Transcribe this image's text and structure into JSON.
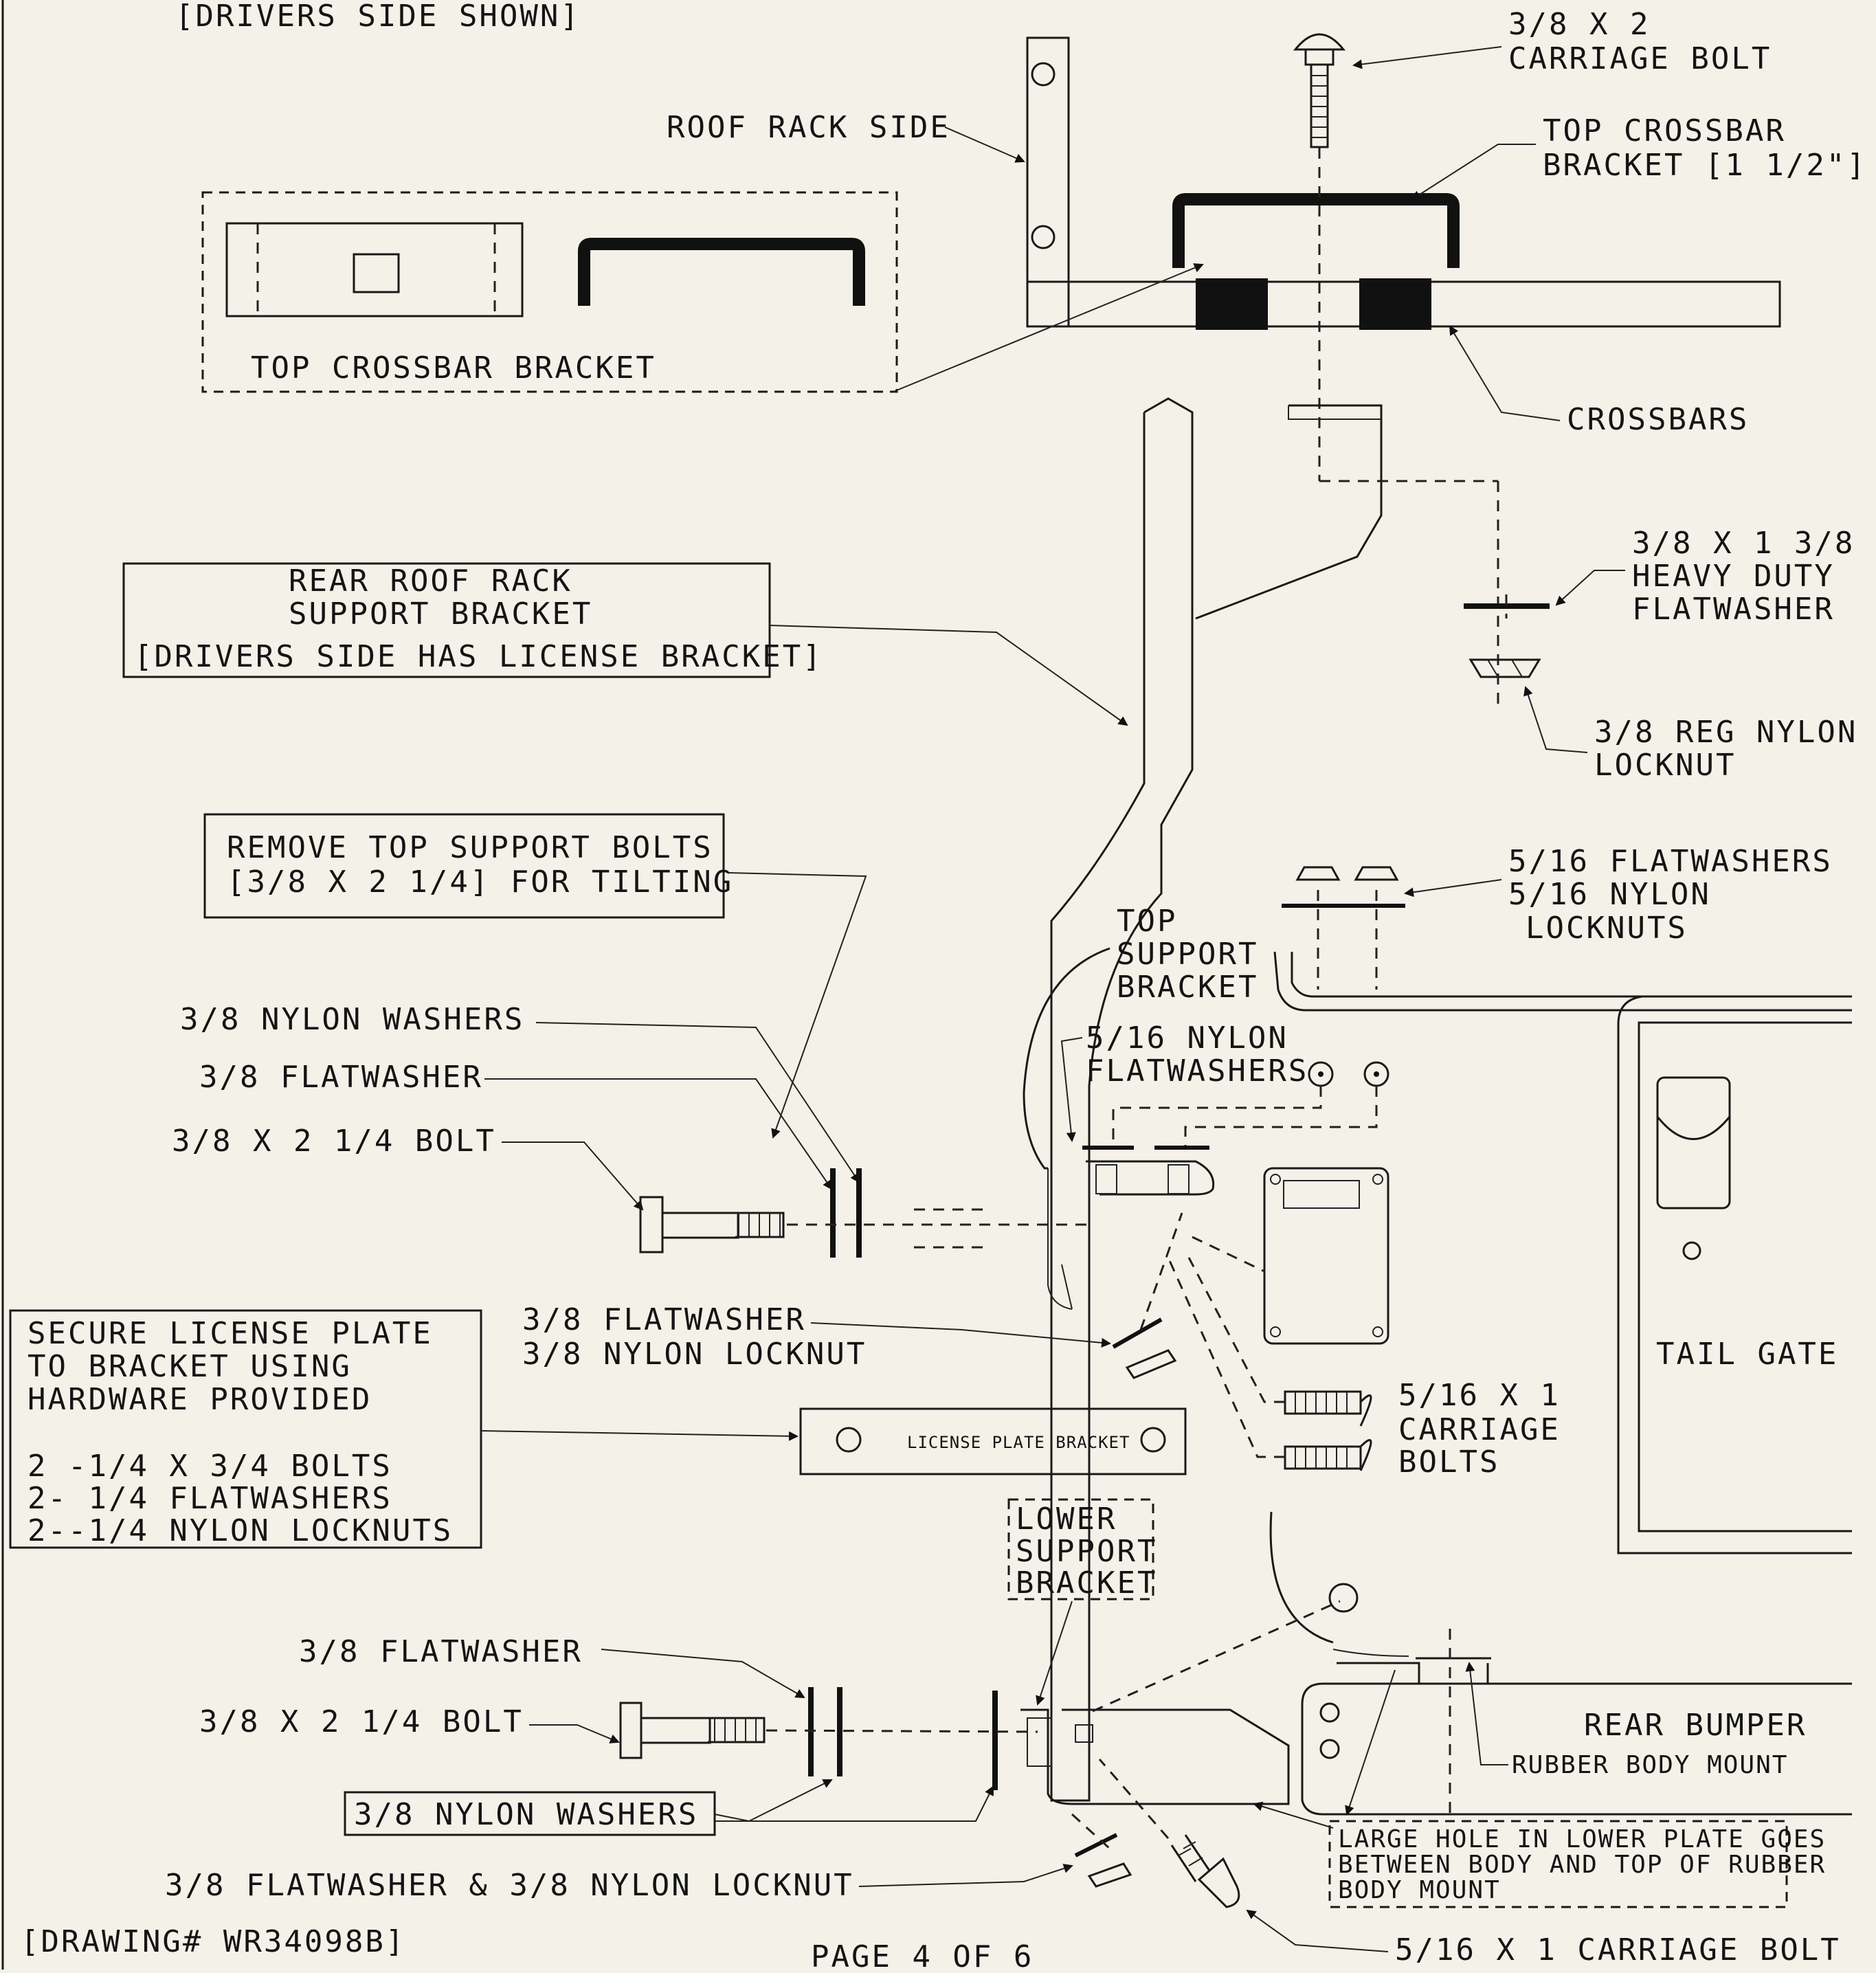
{
  "header": {
    "line_top": "[DRIVERS SIDE SHOWN]"
  },
  "top": {
    "carriage_bolt": [
      "3/8 X 2",
      "CARRIAGE BOLT"
    ],
    "roof_rack_side": "ROOF RACK SIDE",
    "top_crossbar_bracket_callout": [
      "TOP CROSSBAR",
      "BRACKET [1 1/2\"]"
    ],
    "top_crossbar_bracket_inset": "TOP CROSSBAR BRACKET",
    "crossbars": "CROSSBARS"
  },
  "rear_support": [
    "REAR ROOF RACK",
    "SUPPORT BRACKET",
    "[DRIVERS SIDE HAS LICENSE BRACKET]"
  ],
  "heavy_flatwasher": [
    "3/8 X 1 3/8",
    "HEAVY DUTY",
    "FLATWASHER"
  ],
  "reg_locknut": [
    "3/8 REG NYLON",
    "LOCKNUT"
  ],
  "remove_bolts": [
    "REMOVE TOP SUPPORT BOLTS",
    "[3/8 X 2 1/4] FOR TILTING"
  ],
  "flat_516": [
    "5/16 FLATWASHERS",
    "5/16 NYLON",
    "LOCKNUTS"
  ],
  "top_support": [
    "TOP",
    "SUPPORT",
    "BRACKET"
  ],
  "left_upper": {
    "nylon_washers": "3/8 NYLON WASHERS",
    "flatwasher": "3/8 FLATWASHER",
    "bolt": "3/8 X 2 1/4 BOLT"
  },
  "flat_516_nylon": [
    "5/16 NYLON",
    "FLATWASHERS"
  ],
  "flat_locknut": [
    "3/8 FLATWASHER",
    "3/8 NYLON LOCKNUT"
  ],
  "license_secure": [
    "SECURE LICENSE PLATE",
    "TO BRACKET USING",
    "HARDWARE PROVIDED",
    "2 -1/4 X 3/4 BOLTS",
    "2- 1/4 FLATWASHERS",
    "2--1/4 NYLON LOCKNUTS"
  ],
  "license_bracket": "LICENSE PLATE BRACKET",
  "carriage_516": [
    "5/16 X 1",
    "CARRIAGE",
    "BOLTS"
  ],
  "tail_gate": "TAIL GATE",
  "lower_support": [
    "LOWER",
    "SUPPORT",
    "BRACKET"
  ],
  "left_lower": {
    "flatwasher": "3/8 FLATWASHER",
    "bolt": "3/8 X 2 1/4 BOLT",
    "nylon_washers": "3/8 NYLON WASHERS",
    "flat_and_locknut": "3/8 FLATWASHER & 3/8 NYLON LOCKNUT"
  },
  "rear_bumper": "REAR BUMPER",
  "rubber_mount": "RUBBER BODY MOUNT",
  "large_hole": [
    "LARGE HOLE IN LOWER PLATE GOES",
    "BETWEEN BODY AND TOP OF RUBBER",
    "BODY MOUNT"
  ],
  "footer": {
    "drawing": "[DRAWING# WR34098B]",
    "page": "PAGE 4 OF 6",
    "carriage_bottom": "5/16 X 1 CARRIAGE BOLT"
  }
}
